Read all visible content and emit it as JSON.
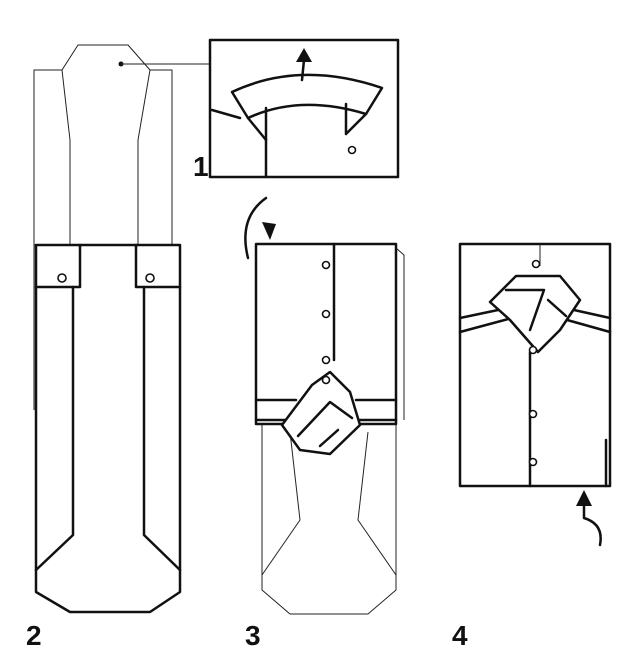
{
  "diagram": {
    "steps": [
      {
        "label": "1"
      },
      {
        "label": "2"
      },
      {
        "label": "3"
      },
      {
        "label": "4"
      }
    ],
    "colors": {
      "ink": "#111111",
      "paper": "#ffffff"
    },
    "icons": [
      "fold-up-arrow-icon",
      "rotate-arrow-icon",
      "button-icon"
    ]
  }
}
